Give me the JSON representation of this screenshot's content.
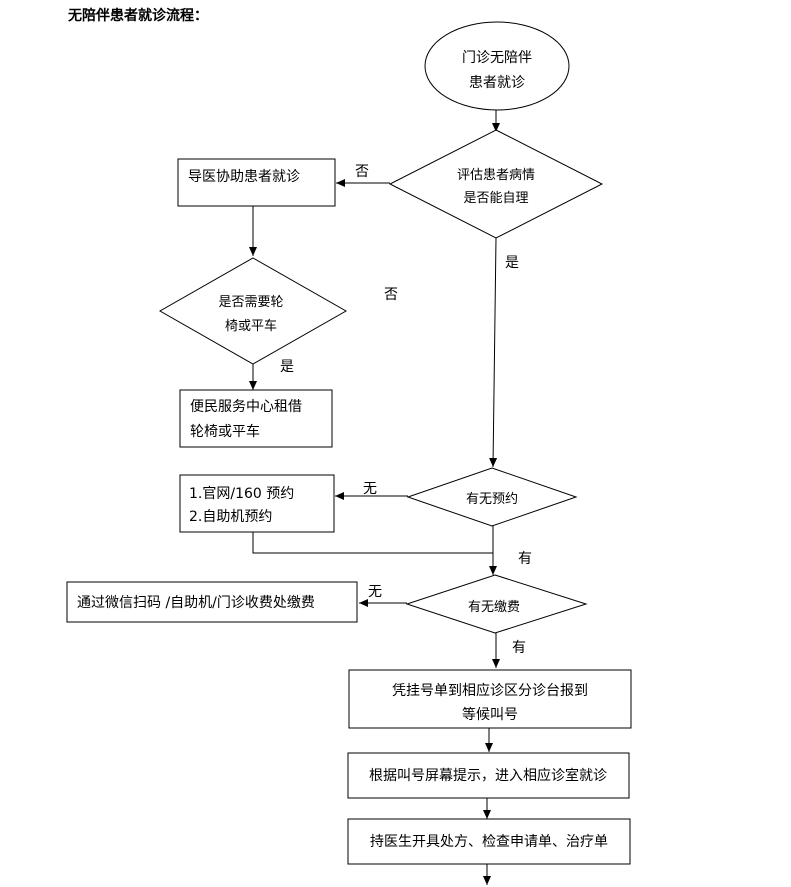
{
  "title": "无陪伴患者就诊流程：",
  "nodes": {
    "start": {
      "lines": [
        "门诊无陪伴",
        "患者就诊"
      ]
    },
    "assess": {
      "lines": [
        "评估患者病情",
        "是否能自理"
      ]
    },
    "guide": {
      "lines": [
        "导医协助患者就诊"
      ]
    },
    "wheelchair_q": {
      "lines": [
        "是否需要轮",
        "椅或平车"
      ]
    },
    "rent": {
      "lines": [
        "便民服务中心租借",
        "轮椅或平车"
      ]
    },
    "appointment_q": {
      "lines": [
        "有无预约"
      ]
    },
    "book": {
      "lines": [
        "1.官网/160 预约",
        "2.自助机预约"
      ]
    },
    "payment_q": {
      "lines": [
        "有无缴费"
      ]
    },
    "pay": {
      "lines": [
        "通过微信扫码 /自助机/门诊收费处缴费"
      ]
    },
    "checkin": {
      "lines": [
        "凭挂号单到相应诊区分诊台报到",
        "等候叫号"
      ]
    },
    "enter": {
      "lines": [
        "根据叫号屏幕提示，进入相应诊室就诊"
      ]
    },
    "prescribe": {
      "lines": [
        "持医生开具处方、检查申请单、治疗单"
      ]
    }
  },
  "edge_labels": {
    "assess_no": "否",
    "assess_yes": "是",
    "floating_no": "否",
    "wheelchair_yes": "是",
    "appointment_none": "无",
    "appointment_has": "有",
    "payment_none": "无",
    "payment_has": "有"
  }
}
